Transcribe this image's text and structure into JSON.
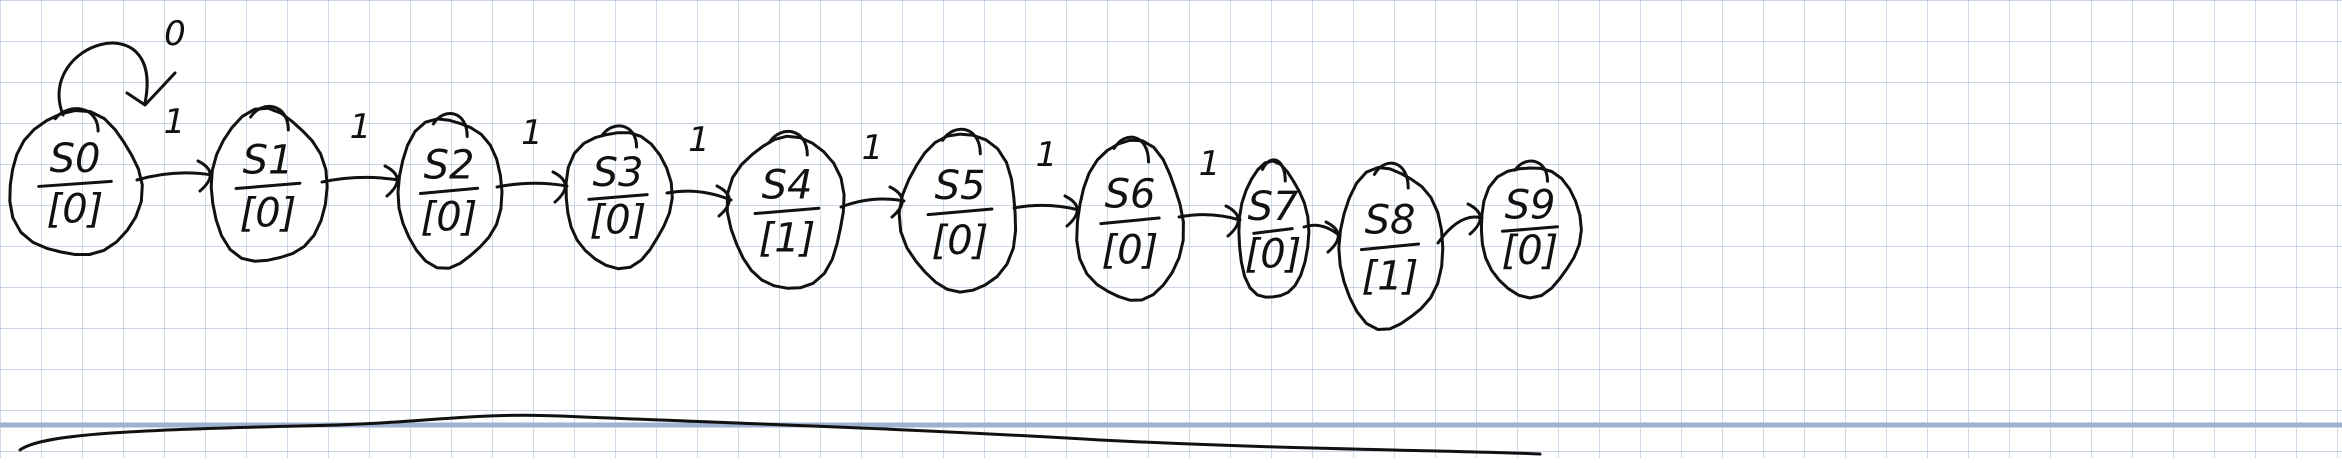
{
  "diagram": {
    "colors": {
      "ink": "#111111",
      "grid": "#b8c9e0",
      "paper": "#ffffff",
      "rule": "#9fb2d0"
    },
    "self_loop": {
      "state": "S0",
      "input": "0"
    },
    "states": [
      {
        "id": "S0",
        "name": "S0",
        "output": "[0]"
      },
      {
        "id": "S1",
        "name": "S1",
        "output": "[0]"
      },
      {
        "id": "S2",
        "name": "S2",
        "output": "[0]"
      },
      {
        "id": "S3",
        "name": "S3",
        "output": "[0]"
      },
      {
        "id": "S4",
        "name": "S4",
        "output": "[1]"
      },
      {
        "id": "S5",
        "name": "S5",
        "output": "[0]"
      },
      {
        "id": "S6",
        "name": "S6",
        "output": "[0]"
      },
      {
        "id": "S7",
        "name": "S7",
        "output": "[0]"
      },
      {
        "id": "S8",
        "name": "S8",
        "output": "[1]"
      },
      {
        "id": "S9",
        "name": "S9",
        "output": "[0]"
      }
    ],
    "transitions": [
      {
        "from": "S0",
        "to": "S1",
        "input": "1"
      },
      {
        "from": "S1",
        "to": "S2",
        "input": "1"
      },
      {
        "from": "S2",
        "to": "S3",
        "input": "1"
      },
      {
        "from": "S3",
        "to": "S4",
        "input": "1"
      },
      {
        "from": "S4",
        "to": "S5",
        "input": "1"
      },
      {
        "from": "S5",
        "to": "S6",
        "input": "1"
      },
      {
        "from": "S6",
        "to": "S7",
        "input": "1"
      },
      {
        "from": "S7",
        "to": "S8",
        "input": ""
      },
      {
        "from": "S8",
        "to": "S9",
        "input": ""
      }
    ]
  }
}
